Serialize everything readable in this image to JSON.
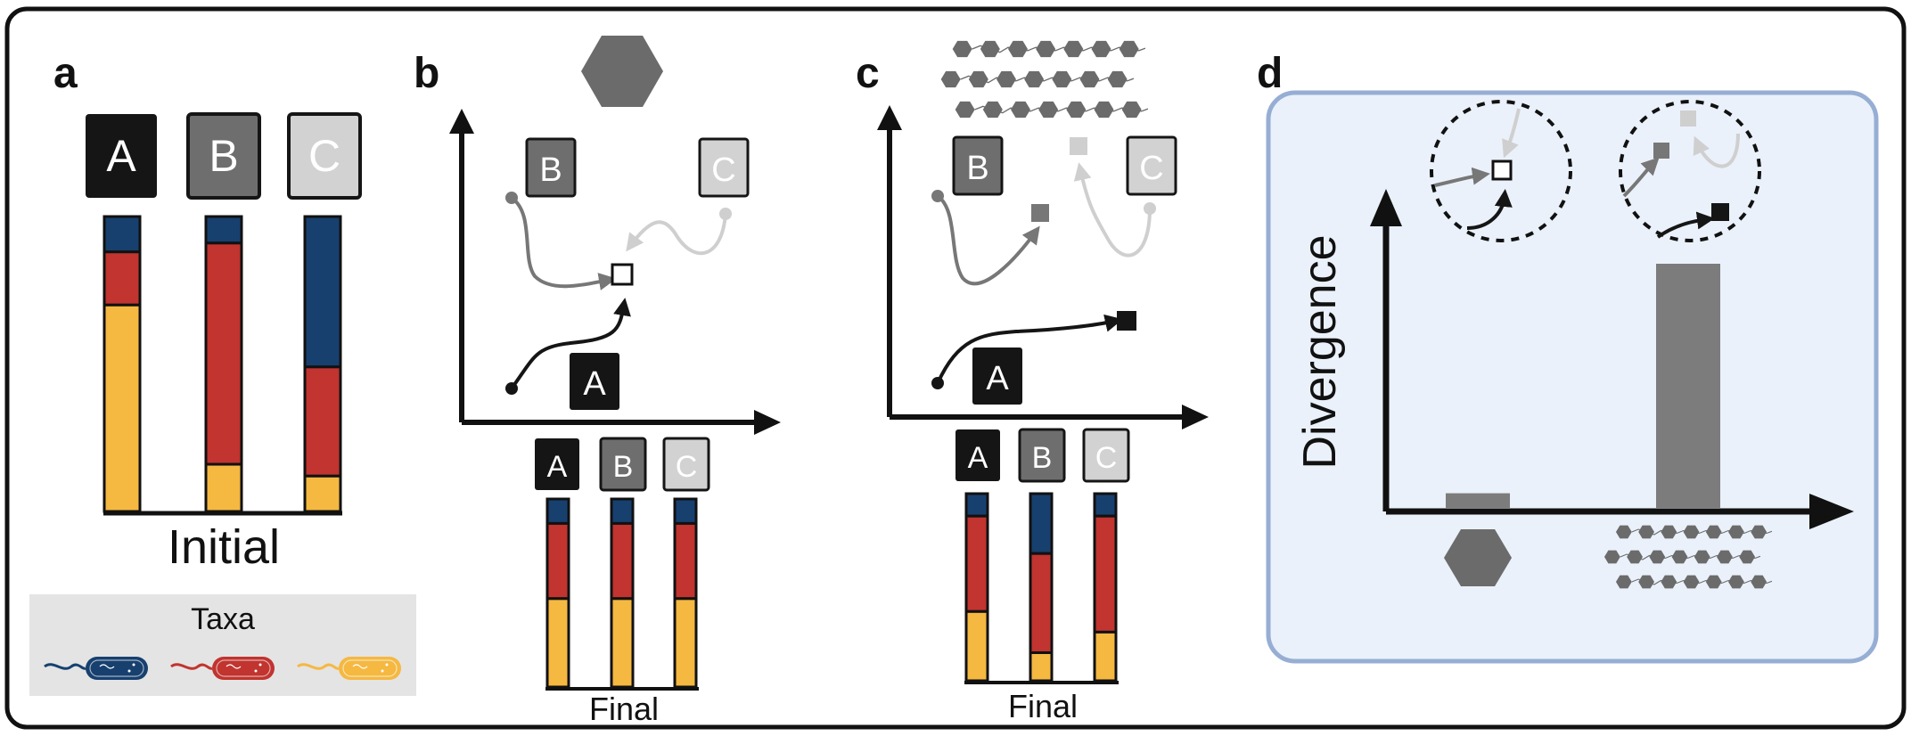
{
  "panels": {
    "a": {
      "letter": "a",
      "caption": "Initial",
      "communities": [
        "A",
        "B",
        "C"
      ],
      "composition": [
        {
          "community": "A",
          "blue": 0.12,
          "red": 0.18,
          "orange": 0.7
        },
        {
          "community": "B",
          "blue": 0.09,
          "red": 0.75,
          "orange": 0.16
        },
        {
          "community": "C",
          "blue": 0.51,
          "red": 0.37,
          "orange": 0.12
        }
      ],
      "legend": {
        "title": "Taxa",
        "taxa": [
          "blue",
          "red",
          "orange"
        ]
      }
    },
    "b": {
      "letter": "b",
      "caption": "Final",
      "communities": [
        "A",
        "B",
        "C"
      ],
      "composition": [
        {
          "community": "A",
          "blue": 0.13,
          "red": 0.4,
          "orange": 0.47
        },
        {
          "community": "B",
          "blue": 0.13,
          "red": 0.4,
          "orange": 0.47
        },
        {
          "community": "C",
          "blue": 0.13,
          "red": 0.4,
          "orange": 0.47
        }
      ]
    },
    "c": {
      "letter": "c",
      "caption": "Final",
      "communities": [
        "A",
        "B",
        "C"
      ],
      "composition": [
        {
          "community": "A",
          "blue": 0.12,
          "red": 0.51,
          "orange": 0.37
        },
        {
          "community": "B",
          "blue": 0.32,
          "red": 0.53,
          "orange": 0.15
        },
        {
          "community": "C",
          "blue": 0.12,
          "red": 0.62,
          "orange": 0.26
        }
      ]
    },
    "d": {
      "letter": "d",
      "ylabel": "Divergence",
      "bars": [
        {
          "condition": "simple",
          "value": 0.06
        },
        {
          "condition": "complex",
          "value": 1.0
        }
      ]
    }
  },
  "colors": {
    "border": "#111111",
    "community_A": "#151515",
    "community_B": "#6e6e6e",
    "community_C": "#d2d2d2",
    "taxon_blue": "#17406f",
    "taxon_red": "#c1342f",
    "taxon_orange": "#f5b841",
    "legend_bg": "#e4e4e4",
    "panel_d_bg": "#eaf1fa",
    "panel_d_border": "#97aed4",
    "bar_grey": "#7c7c7c",
    "hexagon": "#6b6b6b"
  }
}
